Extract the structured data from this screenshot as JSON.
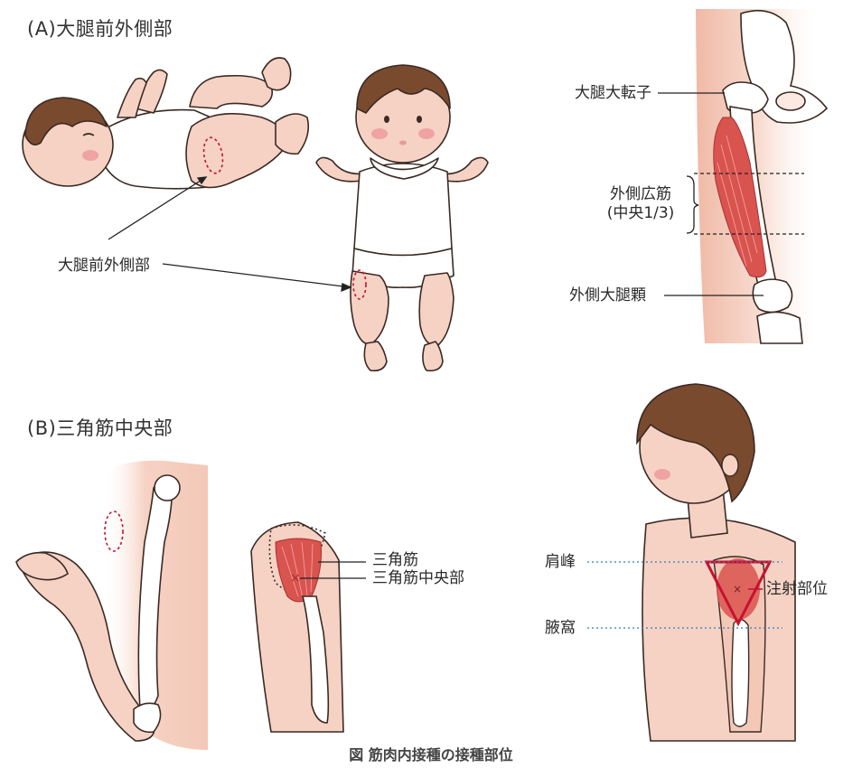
{
  "section_a": {
    "title": "(A)大腿前外側部",
    "site_label": "大腿前外側部",
    "greater_trochanter": "大腿大転子",
    "vastus_lateralis_line1": "外側広筋",
    "vastus_lateralis_line2": "(中央1/3)",
    "lateral_condyle": "外側大腿顆"
  },
  "section_b": {
    "title": "(B)三角筋中央部",
    "deltoid": "三角筋",
    "deltoid_center": "三角筋中央部",
    "acromion": "肩峰",
    "axilla": "腋窩",
    "injection_site": "注射部位"
  },
  "caption": "図 筋肉内接種の接種部位",
  "colors": {
    "skin": "#f6d2c4",
    "skin_shade": "#eab8a6",
    "muscle": "#d9534f",
    "marker": "#c8102e",
    "guide_line": "#2e7fc1",
    "hair": "#7a4a2e"
  }
}
